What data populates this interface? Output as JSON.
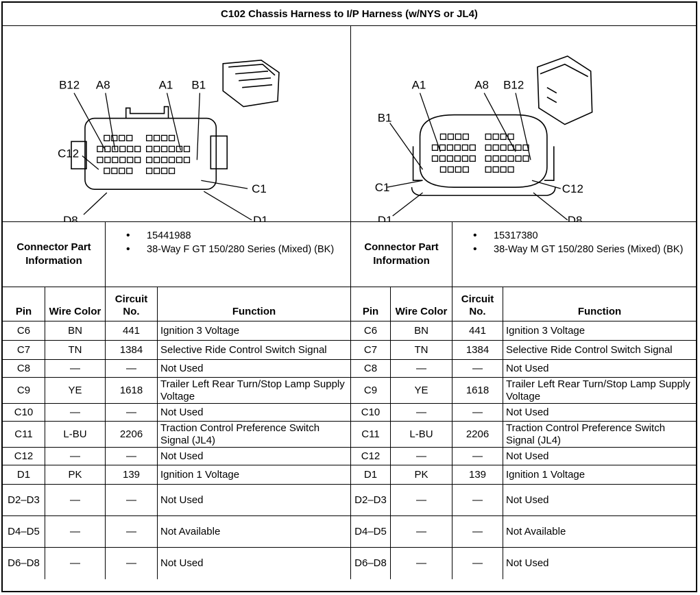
{
  "title": "C102 Chassis Harness to I/P Harness (w/NYS or JL4)",
  "left_diagram": {
    "labels": {
      "b12": "B12",
      "a8": "A8",
      "a1": "A1",
      "b1": "B1",
      "c12": "C12",
      "c1": "C1",
      "d8": "D8",
      "d1": "D1"
    }
  },
  "right_diagram": {
    "labels": {
      "a1": "A1",
      "a8": "A8",
      "b12": "B12",
      "b1": "B1",
      "c1": "C1",
      "c12": "C12",
      "d1": "D1",
      "d8": "D8"
    }
  },
  "left_connector": {
    "label": "Connector Part Information",
    "items": [
      "15441988",
      "38-Way F GT 150/280 Series (Mixed) (BK)"
    ]
  },
  "right_connector": {
    "label": "Connector Part Information",
    "items": [
      "15317380",
      "38-Way M GT 150/280 Series (Mixed) (BK)"
    ]
  },
  "headers": {
    "pin": "Pin",
    "wire_color": "Wire Color",
    "circuit": "Circuit No.",
    "function": "Function"
  },
  "rows": [
    {
      "pin": "C6",
      "color": "BN",
      "circuit": "441",
      "function": "Ignition 3 Voltage"
    },
    {
      "pin": "C7",
      "color": "TN",
      "circuit": "1384",
      "function": "Selective Ride Control Switch Signal"
    },
    {
      "pin": "C8",
      "color": "—",
      "circuit": "—",
      "function": "Not Used"
    },
    {
      "pin": "C9",
      "color": "YE",
      "circuit": "1618",
      "function": "Trailer Left Rear Turn/Stop Lamp Supply Voltage"
    },
    {
      "pin": "C10",
      "color": "—",
      "circuit": "—",
      "function": "Not Used"
    },
    {
      "pin": "C11",
      "color": "L-BU",
      "circuit": "2206",
      "function": "Traction Control Preference Switch Signal (JL4)"
    },
    {
      "pin": "C12",
      "color": "—",
      "circuit": "—",
      "function": "Not Used"
    },
    {
      "pin": "D1",
      "color": "PK",
      "circuit": "139",
      "function": "Ignition 1 Voltage"
    },
    {
      "pin": "D2–D3",
      "color": "—",
      "circuit": "—",
      "function": "Not Used"
    },
    {
      "pin": "D4–D5",
      "color": "—",
      "circuit": "—",
      "function": "Not Available"
    },
    {
      "pin": "D6–D8",
      "color": "—",
      "circuit": "—",
      "function": "Not Used"
    }
  ]
}
